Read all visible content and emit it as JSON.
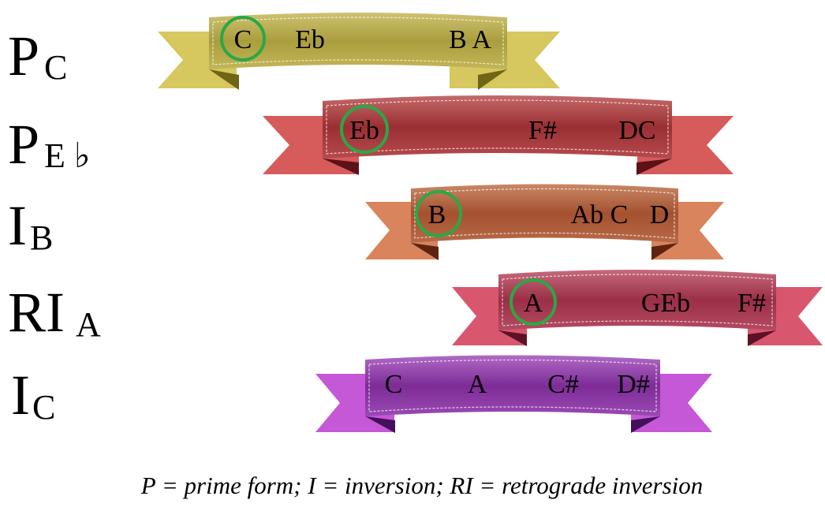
{
  "rows": [
    {
      "label_main": "P",
      "label_sub": "C",
      "colors": {
        "tail": "#d6c75e",
        "body_top": "#cfc271",
        "body_mid": "#a99e3e",
        "body_bottom": "#c2b658",
        "fold": "#6e6515"
      },
      "notes": [
        {
          "text": "C",
          "circled": true
        },
        {
          "text": "Eb",
          "circled": false
        },
        {
          "text": "B A",
          "circled": false
        }
      ]
    },
    {
      "label_main": "P",
      "label_sub": "E ♭",
      "colors": {
        "tail": "#d65b5b",
        "body_top": "#c46a6a",
        "body_mid": "#9a2f33",
        "body_bottom": "#b64a4d",
        "fold": "#5c1216"
      },
      "notes": [
        {
          "text": "Eb",
          "circled": true
        },
        {
          "text": "F#",
          "circled": false
        },
        {
          "text": "DC",
          "circled": false
        }
      ]
    },
    {
      "label_main": "I",
      "label_sub": "B",
      "colors": {
        "tail": "#d9845c",
        "body_top": "#c98866",
        "body_mid": "#a4512f",
        "body_bottom": "#b86a48",
        "fold": "#5f2410"
      },
      "notes": [
        {
          "text": "B",
          "circled": true
        },
        {
          "text": "Ab C",
          "circled": false
        },
        {
          "text": "D",
          "circled": false
        }
      ]
    },
    {
      "label_main": "RI",
      "label_sub": "A",
      "colors": {
        "tail": "#d9566f",
        "body_top": "#c66a7e",
        "body_mid": "#9a2f47",
        "body_bottom": "#b54b62",
        "fold": "#5c1224"
      },
      "notes": [
        {
          "text": "A",
          "circled": true
        },
        {
          "text": "GEb",
          "circled": false
        },
        {
          "text": "F#",
          "circled": false
        }
      ]
    },
    {
      "label_main": "I",
      "label_sub": "C",
      "colors": {
        "tail": "#c558d6",
        "body_top": "#b16ac6",
        "body_mid": "#7d2c96",
        "body_bottom": "#9b49b4",
        "fold": "#44105a"
      },
      "notes": [
        {
          "text": "C",
          "circled": false
        },
        {
          "text": "A",
          "circled": false
        },
        {
          "text": "C#",
          "circled": false
        },
        {
          "text": "D#",
          "circled": false
        }
      ]
    }
  ],
  "caption": "P = prime form; I = inversion; RI = retrograde inversion",
  "circle_color": "#2aa845"
}
